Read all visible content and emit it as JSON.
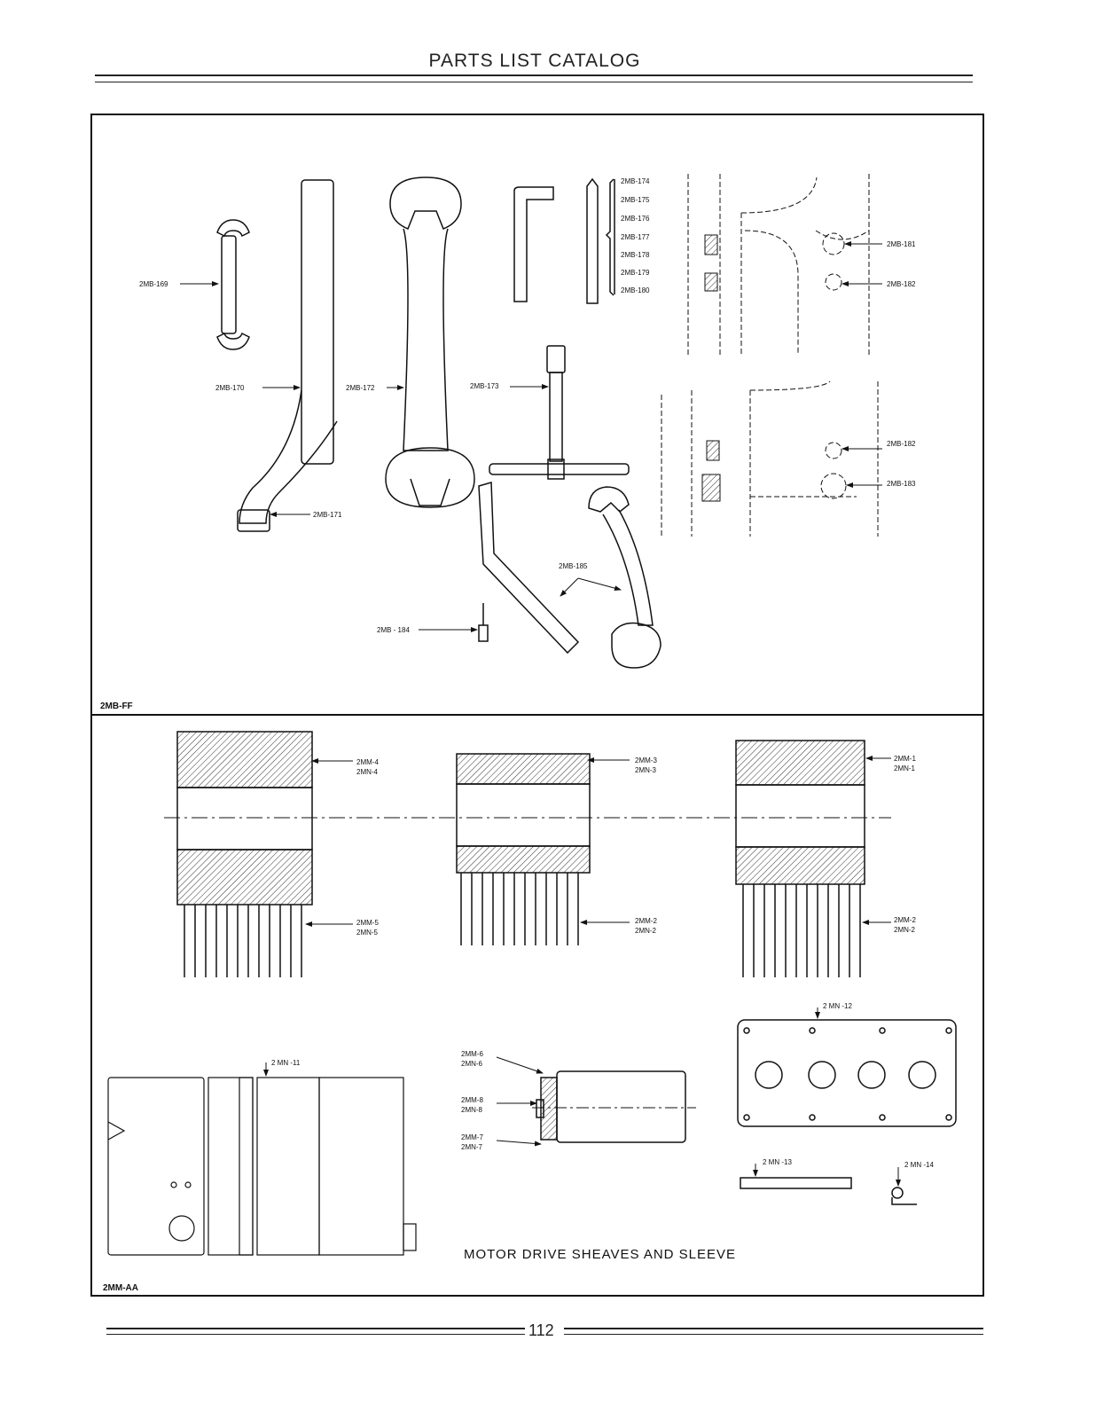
{
  "header": {
    "title": "PARTS LIST CATALOG"
  },
  "top_section": {
    "id_label": "2MB-FF",
    "callouts": {
      "p169": "2MB-169",
      "p170": "2MB-170",
      "p171": "2MB-171",
      "p172": "2MB-172",
      "p173": "2MB-173",
      "p174": "2MB-174",
      "p175": "2MB-175",
      "p176": "2MB-176",
      "p177": "2MB-177",
      "p178": "2MB-178",
      "p179": "2MB-179",
      "p180": "2MB-180",
      "p181": "2MB-181",
      "p182a": "2MB-182",
      "p182b": "2MB-182",
      "p183": "2MB-183",
      "p184": "2MB - 184",
      "p185": "2MB-185"
    }
  },
  "bottom_section": {
    "id_label": "2MM-AA",
    "callouts": {
      "mm4": "2MM-4",
      "mn4": "2MN-4",
      "mm5": "2MM-5",
      "mn5": "2MN-5",
      "mm3": "2MM-3",
      "mn3": "2MN-3",
      "mm2a": "2MM-2",
      "mn2a": "2MN-2",
      "mm1": "2MM-1",
      "mn1": "2MN-1",
      "mm2b": "2MM-2",
      "mn2b": "2MN-2",
      "mn11": "2 MN -11",
      "mn12": "2 MN -12",
      "mn13": "2 MN -13",
      "mn14": "2 MN -14",
      "mm6": "2MM-6",
      "mn6": "2MN-6",
      "mm8": "2MM-8",
      "mn8": "2MN-8",
      "mm7": "2MM-7",
      "mn7": "2MN-7"
    },
    "caption": "MOTOR DRIVE SHEAVES AND SLEEVE"
  },
  "footer": {
    "page_number": "112"
  }
}
